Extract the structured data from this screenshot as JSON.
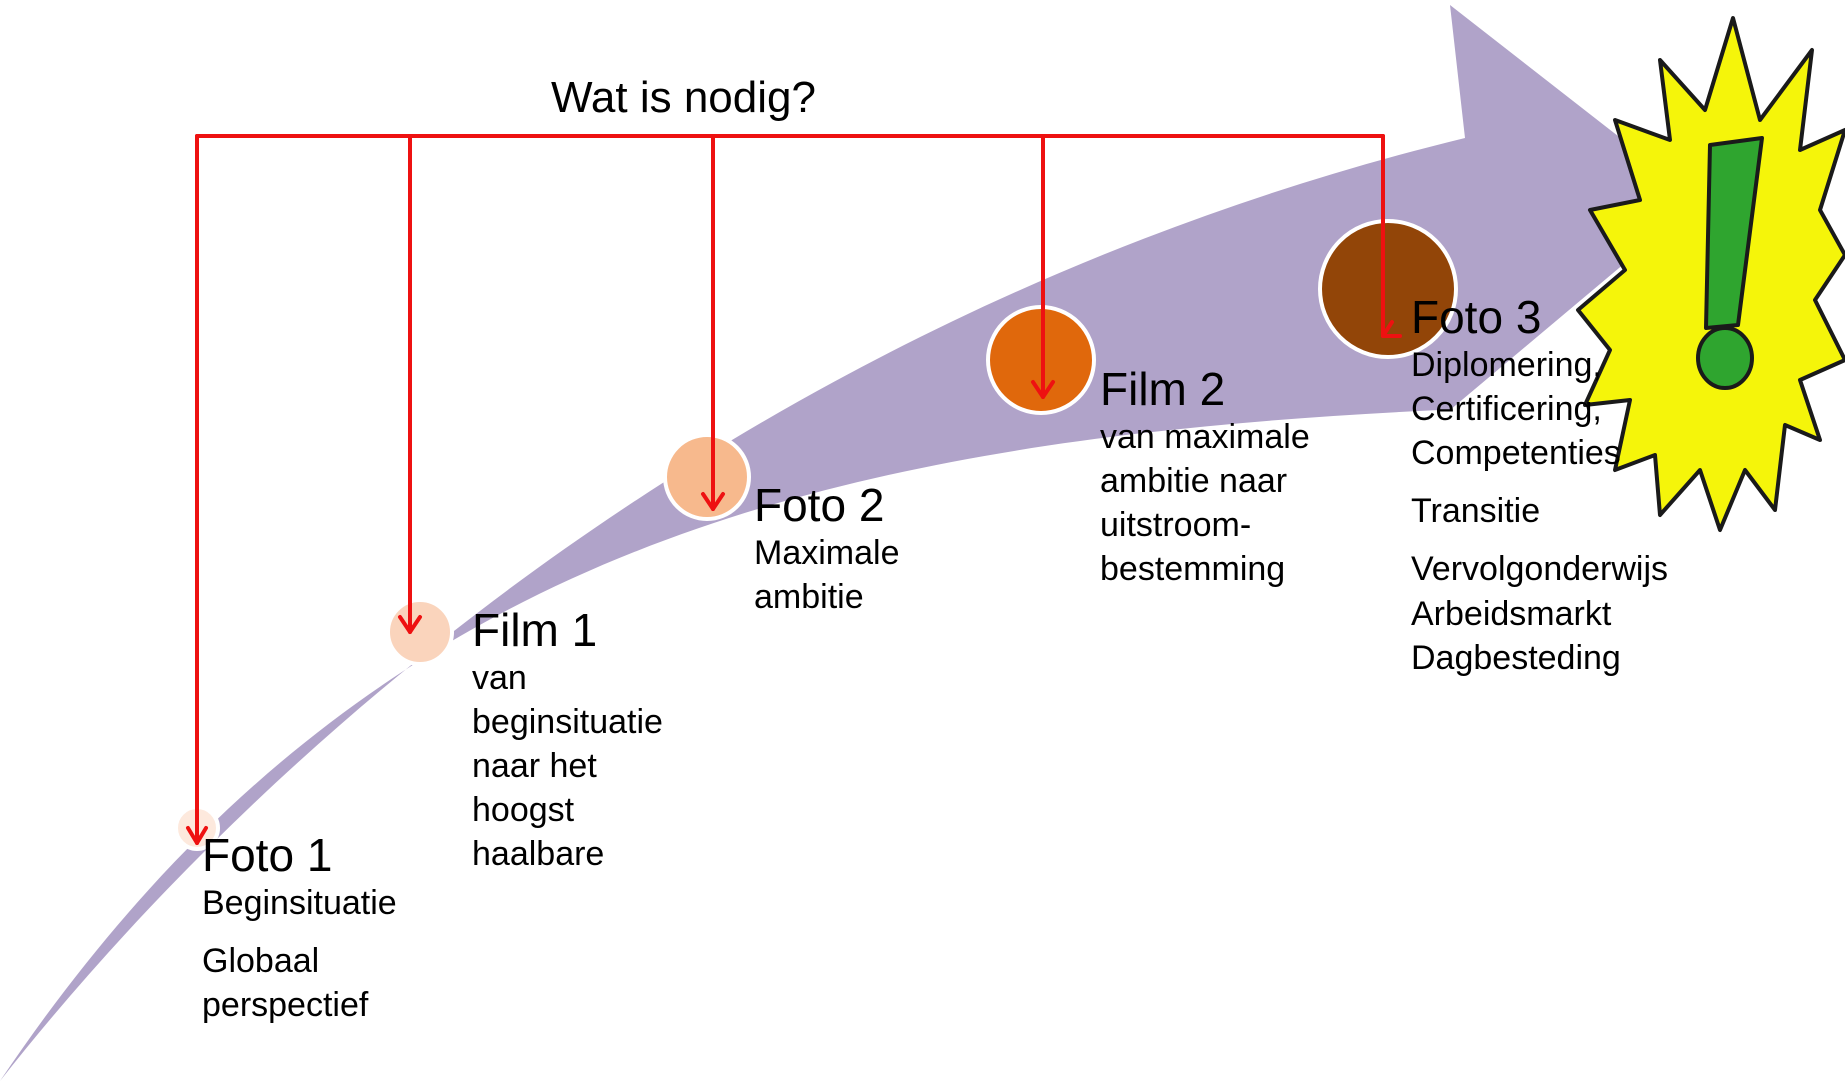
{
  "header": {
    "question": "Wat is nodig?"
  },
  "colors": {
    "arrow": "#b0a3c9",
    "connector": "#ee1111",
    "foto1_dot": "#fde9dd",
    "film1_dot": "#fad4bc",
    "foto2_dot": "#f7b98d",
    "film2_dot": "#e0680c",
    "foto3_dot": "#924508",
    "burst_fill": "#f5f50a",
    "exclamation": "#2fa52f"
  },
  "icons": {
    "goal": "exclamation-burst-icon"
  },
  "stages": {
    "foto1": {
      "title": "Foto 1",
      "lines": [
        "Beginsituatie"
      ],
      "extra": [
        "Globaal",
        "perspectief"
      ]
    },
    "film1": {
      "title": "Film 1",
      "lines": [
        "van",
        "beginsituatie",
        "naar het",
        "hoogst",
        "haalbare"
      ]
    },
    "foto2": {
      "title": "Foto 2",
      "lines": [
        "Maximale",
        "ambitie"
      ]
    },
    "film2": {
      "title": "Film 2",
      "lines": [
        "van maximale",
        "ambitie naar",
        "uitstroom-",
        "bestemming"
      ]
    },
    "foto3": {
      "title": "Foto 3",
      "lines": [
        "Diplomering,",
        "Certificering,",
        "Competenties"
      ],
      "transition": "Transitie",
      "destinations": [
        "Vervolgonderwijs",
        "Arbeidsmarkt",
        "Dagbesteding"
      ]
    }
  }
}
